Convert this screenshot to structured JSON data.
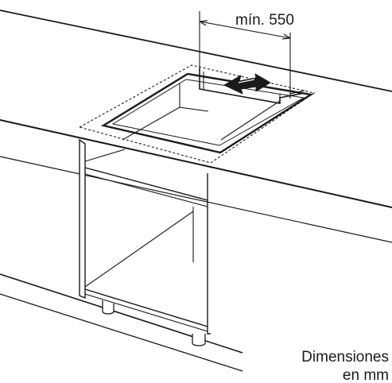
{
  "dimension_label": "mín. 550",
  "note": {
    "line1": "Dimensiones",
    "line2": "en mm"
  },
  "icons": {
    "arrows": "double-arrow-icon"
  }
}
